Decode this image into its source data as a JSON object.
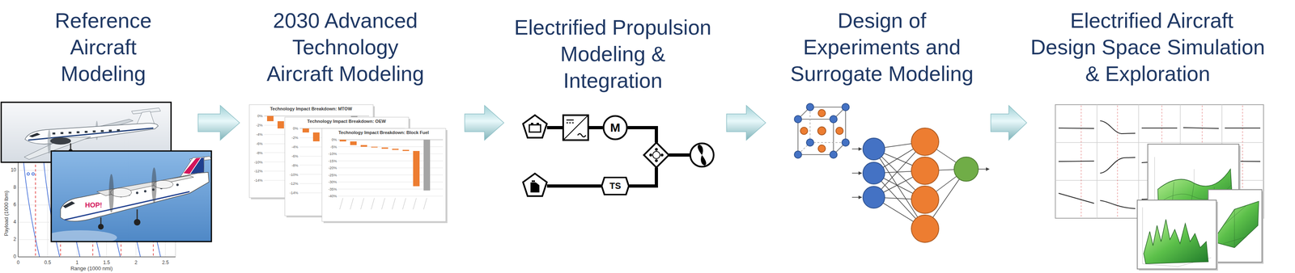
{
  "diagram": {
    "nodes": [
      {
        "text": [
          "Reference Aircraft Modeling"
        ]
      },
      {
        "text": [
          "2030 Advanced Technology Aircraft Modeling"
        ]
      },
      {
        "text": [
          "Electrified Propulsion Modeling & Integration"
        ]
      },
      {
        "text": [
          "M"
        ],
        "in": 2
      },
      {
        "text": [
          "TS"
        ],
        "in": 2
      },
      {
        "text": [
          "Design of Experiments and Surrogate Modeling"
        ]
      },
      {
        "text": [
          "Electrified Aircraft Design Space Simulation & Exploration"
        ]
      }
    ],
    "edges": [
      {
        "from": 0,
        "to": 1,
        "arrow": "to"
      },
      {
        "from": 1,
        "to": 2,
        "arrow": "to"
      },
      {
        "from": 2,
        "to": 5,
        "arrow": "to"
      },
      {
        "from": 5,
        "to": 6,
        "arrow": "to"
      }
    ],
    "labels": [
      "Payload (1000 lbm)",
      "Range (1000 nmi)",
      "0",
      "0.5",
      "1",
      "1.5",
      "2",
      "2.5",
      "0",
      "2",
      "4",
      "6",
      "8",
      "10",
      "HOP!",
      "Technology Impact Breakdown: MTOW",
      "Technology Impact Breakdown: OEW",
      "Technology Impact Breakdown: Block Fuel",
      "0%",
      "-2%",
      "-4%",
      "-6%",
      "-8%",
      "-10%",
      "-12%",
      "-14%",
      "0%",
      "-2%",
      "-4%",
      "-6%",
      "-8%",
      "-10%",
      "-12%",
      "-14%",
      "0%",
      "-5%",
      "-10%",
      "-15%",
      "-20%",
      "-25%",
      "-30%",
      "-35%",
      "-40%"
    ]
  }
}
